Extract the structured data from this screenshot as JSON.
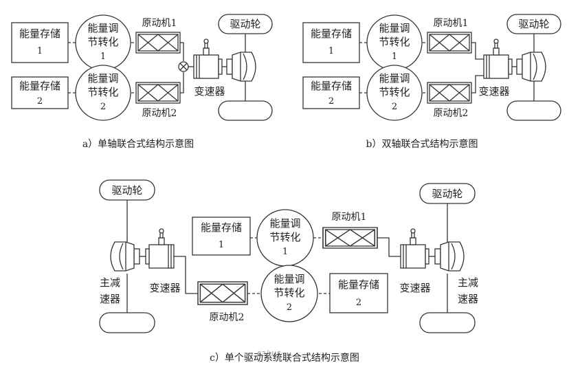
{
  "labels": {
    "storage_1": "能量存储",
    "storage_1_num": "1",
    "storage_2": "能量存储",
    "storage_2_num": "2",
    "converter": "能量调",
    "converter_line2": "节转化",
    "converter_num_1": "1",
    "converter_num_2": "2",
    "prime_mover_1": "原动机1",
    "prime_mover_2": "原动机2",
    "drive_wheel": "驱动轮",
    "transmission": "变速器",
    "final_drive_1": "主减",
    "final_drive_2": "速器"
  },
  "captions": {
    "a": "a）单轴联合式结构示意图",
    "b": "b）双轴联合式结构示意图",
    "c": "c）单个驱动系统联合式结构示意图"
  },
  "watermark": "ɛɜ/ɯɛ",
  "colors": {
    "stroke": "#333333",
    "text": "#222222",
    "background": "#ffffff"
  }
}
